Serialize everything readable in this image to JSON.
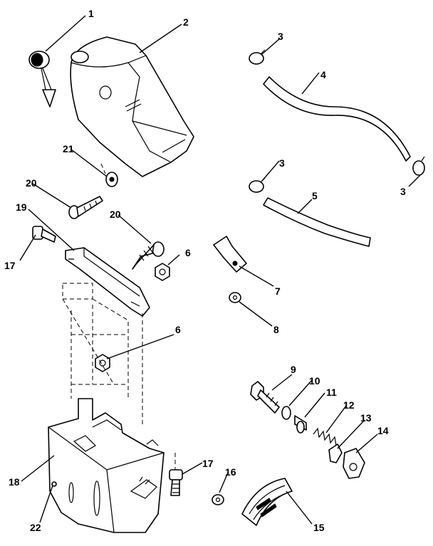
{
  "callouts": {
    "c1": "1",
    "c2": "2",
    "c3a": "3",
    "c3b": "3",
    "c3c": "3",
    "c4": "4",
    "c5": "5",
    "c6a": "6",
    "c6b": "6",
    "c7": "7",
    "c8": "8",
    "c9": "9",
    "c10": "10",
    "c11": "11",
    "c12": "12",
    "c13": "13",
    "c14": "14",
    "c15": "15",
    "c16": "16",
    "c17a": "17",
    "c17b": "17",
    "c18": "18",
    "c19": "19",
    "c20a": "20",
    "c20b": "20",
    "c21": "21",
    "c22": "22"
  }
}
